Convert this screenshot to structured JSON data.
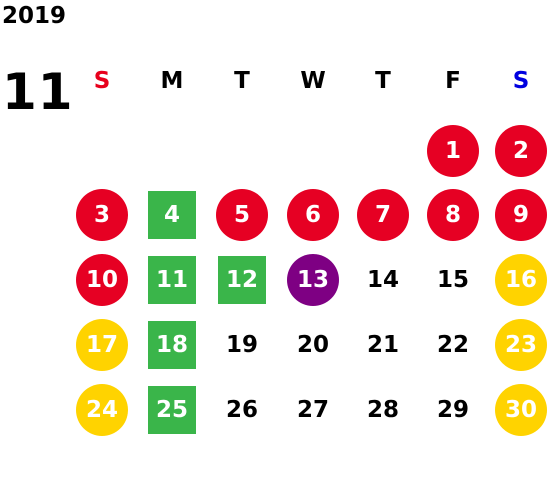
{
  "calendar": {
    "year": "2019",
    "month": "11",
    "weekdays": [
      {
        "label": "S",
        "color": "#e8001c"
      },
      {
        "label": "M",
        "color": "#000000"
      },
      {
        "label": "T",
        "color": "#000000"
      },
      {
        "label": "W",
        "color": "#000000"
      },
      {
        "label": "T",
        "color": "#000000"
      },
      {
        "label": "F",
        "color": "#000000"
      },
      {
        "label": "S",
        "color": "#0000e0"
      }
    ],
    "colors": {
      "red": "#e60023",
      "green": "#3ab54a",
      "purple": "#7e0083",
      "yellow": "#ffd300"
    },
    "days": [
      {
        "label": "1",
        "week": 0,
        "weekday": 5,
        "style": "circle",
        "color": "red"
      },
      {
        "label": "2",
        "week": 0,
        "weekday": 6,
        "style": "circle",
        "color": "red"
      },
      {
        "label": "3",
        "week": 1,
        "weekday": 0,
        "style": "circle",
        "color": "red"
      },
      {
        "label": "4",
        "week": 1,
        "weekday": 1,
        "style": "square",
        "color": "green"
      },
      {
        "label": "5",
        "week": 1,
        "weekday": 2,
        "style": "circle",
        "color": "red"
      },
      {
        "label": "6",
        "week": 1,
        "weekday": 3,
        "style": "circle",
        "color": "red"
      },
      {
        "label": "7",
        "week": 1,
        "weekday": 4,
        "style": "circle",
        "color": "red"
      },
      {
        "label": "8",
        "week": 1,
        "weekday": 5,
        "style": "circle",
        "color": "red"
      },
      {
        "label": "9",
        "week": 1,
        "weekday": 6,
        "style": "circle",
        "color": "red"
      },
      {
        "label": "10",
        "week": 2,
        "weekday": 0,
        "style": "circle",
        "color": "red"
      },
      {
        "label": "11",
        "week": 2,
        "weekday": 1,
        "style": "square",
        "color": "green"
      },
      {
        "label": "12",
        "week": 2,
        "weekday": 2,
        "style": "square",
        "color": "green"
      },
      {
        "label": "13",
        "week": 2,
        "weekday": 3,
        "style": "circle",
        "color": "purple"
      },
      {
        "label": "14",
        "week": 2,
        "weekday": 4,
        "style": "plain",
        "color": ""
      },
      {
        "label": "15",
        "week": 2,
        "weekday": 5,
        "style": "plain",
        "color": ""
      },
      {
        "label": "16",
        "week": 2,
        "weekday": 6,
        "style": "circle",
        "color": "yellow"
      },
      {
        "label": "17",
        "week": 3,
        "weekday": 0,
        "style": "circle",
        "color": "yellow"
      },
      {
        "label": "18",
        "week": 3,
        "weekday": 1,
        "style": "square",
        "color": "green"
      },
      {
        "label": "19",
        "week": 3,
        "weekday": 2,
        "style": "plain",
        "color": ""
      },
      {
        "label": "20",
        "week": 3,
        "weekday": 3,
        "style": "plain",
        "color": ""
      },
      {
        "label": "21",
        "week": 3,
        "weekday": 4,
        "style": "plain",
        "color": ""
      },
      {
        "label": "22",
        "week": 3,
        "weekday": 5,
        "style": "plain",
        "color": ""
      },
      {
        "label": "23",
        "week": 3,
        "weekday": 6,
        "style": "circle",
        "color": "yellow"
      },
      {
        "label": "24",
        "week": 4,
        "weekday": 0,
        "style": "circle",
        "color": "yellow"
      },
      {
        "label": "25",
        "week": 4,
        "weekday": 1,
        "style": "square",
        "color": "green"
      },
      {
        "label": "26",
        "week": 4,
        "weekday": 2,
        "style": "plain",
        "color": ""
      },
      {
        "label": "27",
        "week": 4,
        "weekday": 3,
        "style": "plain",
        "color": ""
      },
      {
        "label": "28",
        "week": 4,
        "weekday": 4,
        "style": "plain",
        "color": ""
      },
      {
        "label": "29",
        "week": 4,
        "weekday": 5,
        "style": "plain",
        "color": ""
      },
      {
        "label": "30",
        "week": 4,
        "weekday": 6,
        "style": "circle",
        "color": "yellow"
      }
    ]
  }
}
